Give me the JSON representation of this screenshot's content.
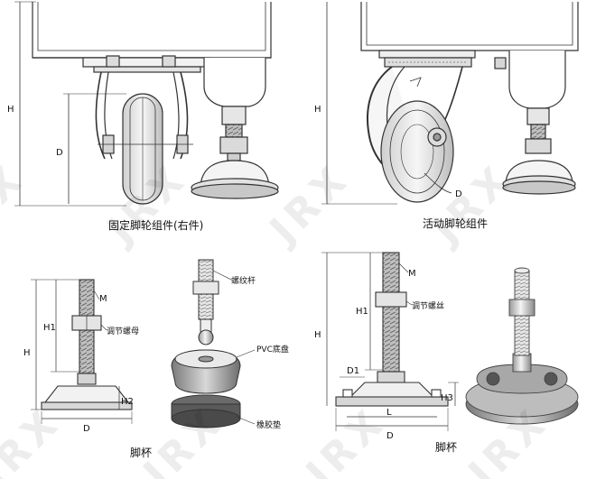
{
  "watermark": "JRX",
  "top_left": {
    "caption": "固定脚轮组件(右件)",
    "dim_h": "H",
    "dim_d": "D"
  },
  "top_right": {
    "caption": "活动脚轮组件",
    "dim_h": "H",
    "dim_d": "D"
  },
  "bottom_left": {
    "caption": "脚杯",
    "dim_m": "M",
    "dim_h1": "H1",
    "dim_h": "H",
    "dim_h2": "H2",
    "dim_d": "D",
    "label_nut": "调节螺母",
    "label_rod": "螺纹杆",
    "label_base": "PVC底盘",
    "label_pad": "橡胶垫"
  },
  "bottom_right": {
    "caption": "脚杯",
    "dim_m": "M",
    "dim_h1": "H1",
    "dim_h": "H",
    "dim_d1": "D1",
    "dim_h3": "H3",
    "dim_l": "L",
    "dim_d": "D",
    "label_nut": "调节螺丝"
  },
  "colors": {
    "line": "#333333",
    "fill_light": "#eeeeee",
    "fill_mid": "#cccccc",
    "fill_dark": "#888888",
    "accent_pvc": "#f0f0f0"
  }
}
